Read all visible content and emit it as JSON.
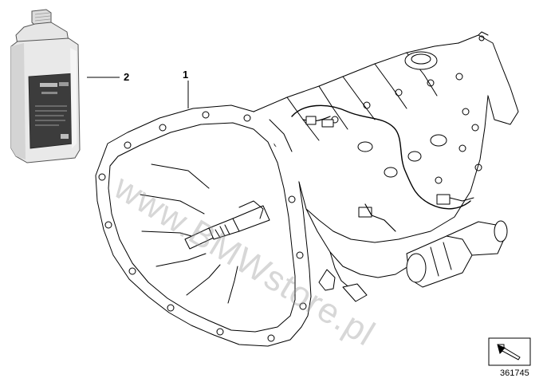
{
  "callouts": {
    "gearbox": "1",
    "oil_bottle": "2"
  },
  "watermark": "www.BMWstore.pl",
  "diagram_number": "361745",
  "icons": {
    "bottle": "oil-bottle-icon",
    "corner": "direction-arrow-icon"
  },
  "colors": {
    "line": "#000000",
    "bottle_body": "#e8e8e8",
    "bottle_label": "#3a3a3a",
    "bottle_cap": "#d6d6d6"
  }
}
